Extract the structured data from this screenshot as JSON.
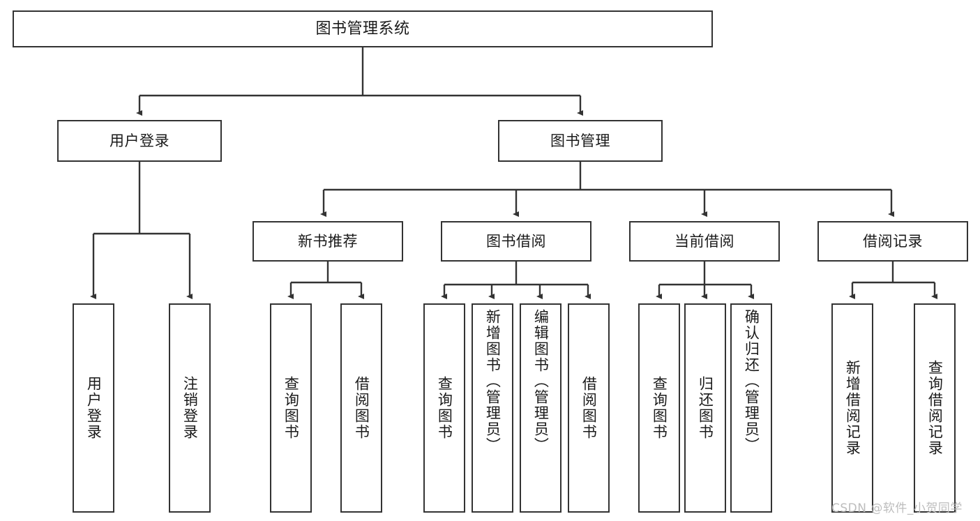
{
  "diagram": {
    "title": "图书管理系统",
    "background": "#ffffff",
    "line_color": "#333333",
    "text_color": "#1a1a1a"
  },
  "nodes": {
    "root": {
      "label": "图书管理系统"
    },
    "level1": [
      {
        "label": "用户登录"
      },
      {
        "label": "图书管理"
      }
    ],
    "level2": [
      {
        "label": "新书推荐"
      },
      {
        "label": "图书借阅"
      },
      {
        "label": "当前借阅"
      },
      {
        "label": "借阅记录"
      }
    ],
    "login_children": [
      {
        "label": "用户登录"
      },
      {
        "label": "注销登录"
      }
    ],
    "newbook_children": [
      {
        "label": "查询图书"
      },
      {
        "label": "借阅图书"
      }
    ],
    "borrow_children": [
      {
        "label": "查询图书"
      },
      {
        "label": "新增图书（管理员）"
      },
      {
        "label": "编辑图书（管理员）"
      },
      {
        "label": "借阅图书"
      }
    ],
    "current_children": [
      {
        "label": "查询图书"
      },
      {
        "label": "归还图书"
      },
      {
        "label": "确认归还（管理员）"
      }
    ],
    "record_children": [
      {
        "label": "新增借阅记录"
      },
      {
        "label": "查询借阅记录"
      }
    ]
  },
  "watermark": {
    "text": "CSDN @软件_小贺同学",
    "color": "#bdbdbd"
  }
}
